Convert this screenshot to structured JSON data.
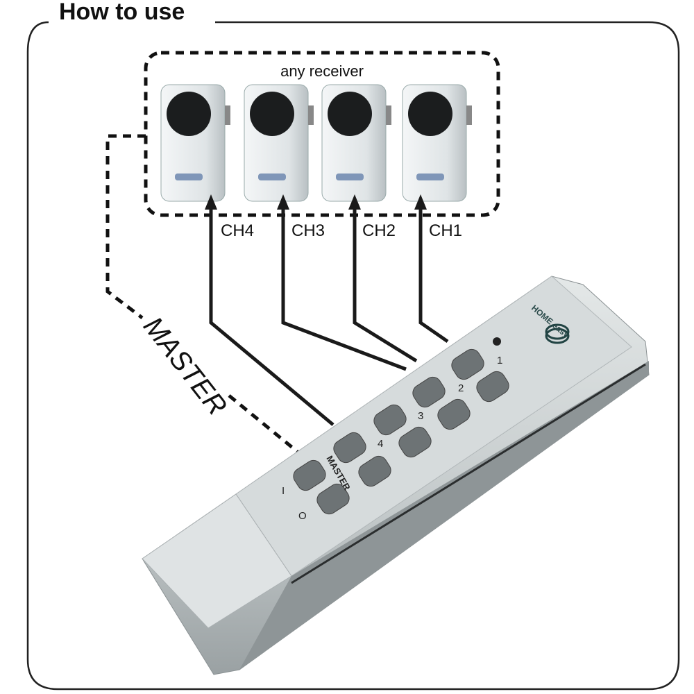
{
  "title": "How to use",
  "receiver_group_label": "any receiver",
  "receivers": [
    {
      "channel": "CH4"
    },
    {
      "channel": "CH3"
    },
    {
      "channel": "CH2"
    },
    {
      "channel": "CH1"
    }
  ],
  "master_label": "MASTER",
  "remote": {
    "brand": "HOME easy",
    "button_labels": [
      "1",
      "2",
      "3",
      "4",
      "MASTER"
    ],
    "on_label": "I",
    "off_label": "O"
  },
  "colors": {
    "line": "#1a1a1a",
    "remote_body": "#c9cfd0",
    "button": "#6d7375"
  }
}
